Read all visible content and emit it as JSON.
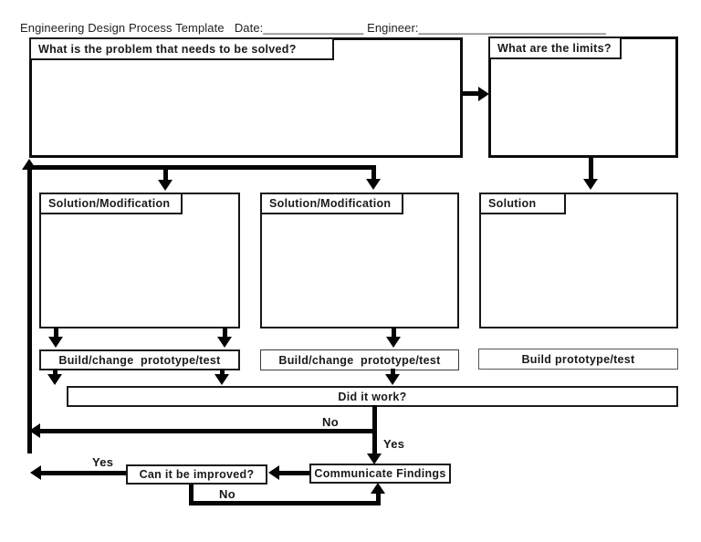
{
  "header": {
    "title": "Engineering Design Process Template",
    "date_label": "Date:",
    "date_line": "_______________",
    "engineer_label": "Engineer:",
    "engineer_line": "____________________________"
  },
  "boxes": {
    "problem": {
      "label": "What is the problem that needs to be solved?"
    },
    "limits": {
      "label": "What are the limits?"
    },
    "solution_mod_1": {
      "label": "Solution/Modification"
    },
    "solution_mod_2": {
      "label": "Solution/Modification"
    },
    "solution": {
      "label": "Solution"
    },
    "build_change_1": {
      "label": "Build/change  prototype/test"
    },
    "build_change_2": {
      "label": "Build/change  prototype/test"
    },
    "build": {
      "label": "Build prototype/test"
    },
    "did_it_work": {
      "label": "Did it work?"
    },
    "can_improve": {
      "label": "Can it be improved?"
    },
    "communicate": {
      "label": "Communicate Findings"
    }
  },
  "edge_labels": {
    "no_feedback": "No",
    "yes_down": "Yes",
    "yes_left": "Yes",
    "no_loop": "No"
  },
  "colors": {
    "line": "#050505",
    "border": "#161616",
    "background": "#ffffff",
    "text": "#1a1a1a"
  }
}
